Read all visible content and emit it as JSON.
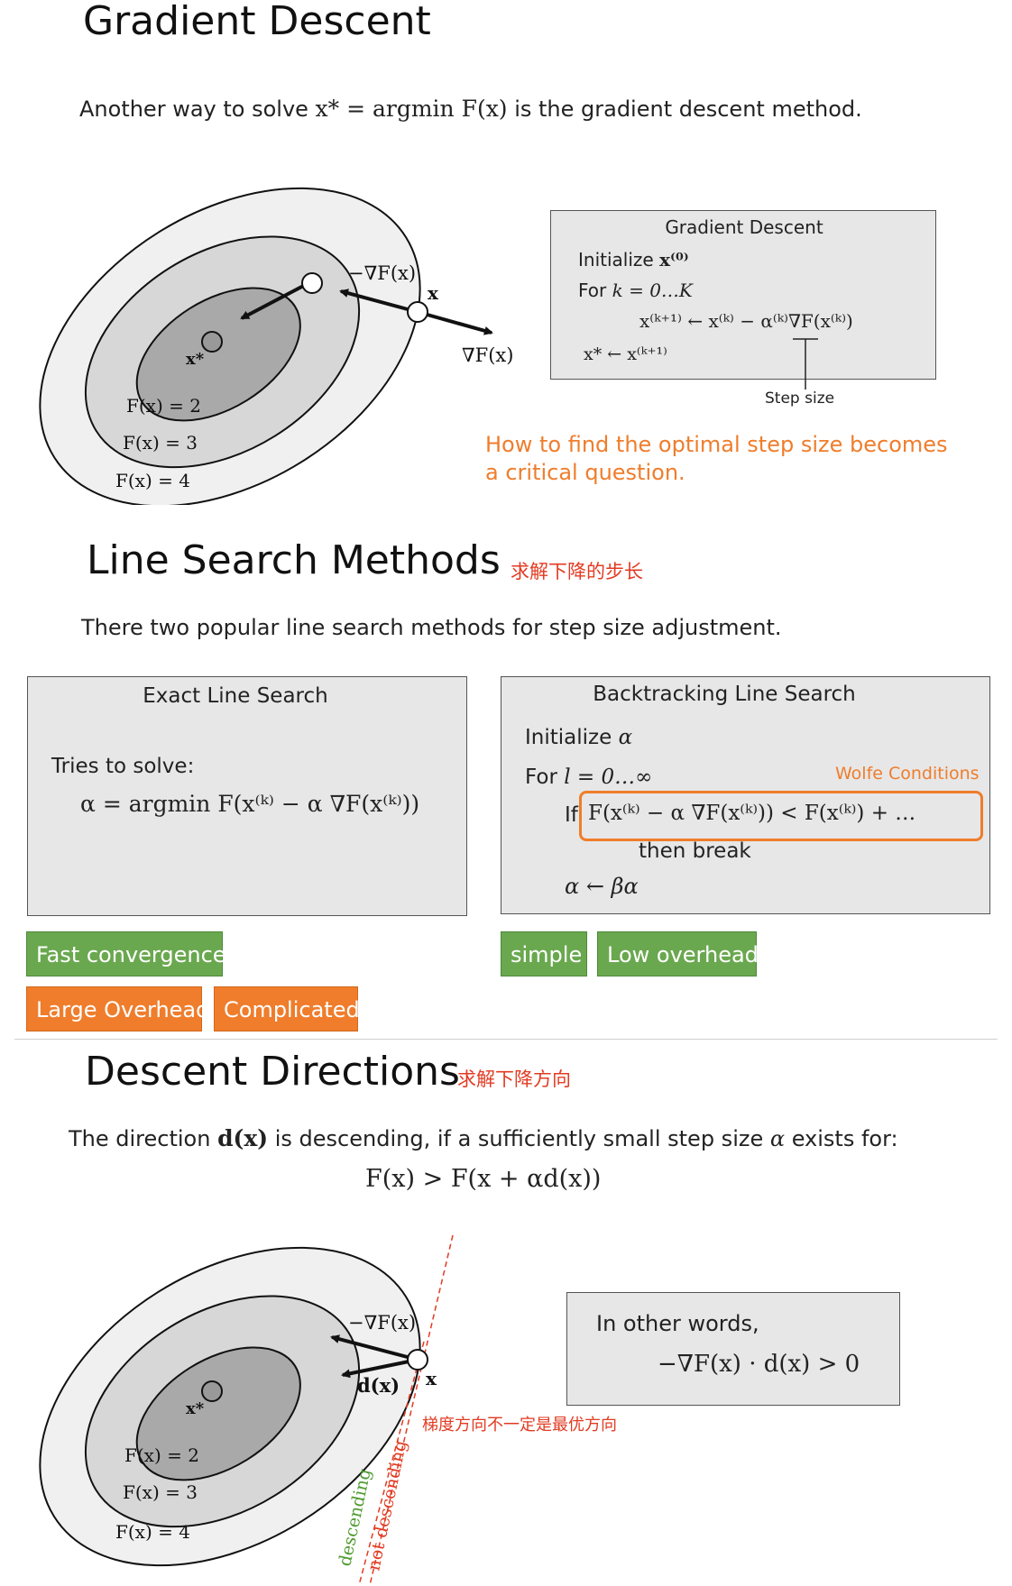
{
  "gd": {
    "title": "Gradient Descent",
    "intro_pre": "Another way to solve ",
    "intro_math": "x* = argmin F(x)",
    "intro_post": " is the gradient descent method.",
    "diagram": {
      "neg_grad": "−∇F(x)",
      "x_label": "x",
      "grad": "∇F(x)",
      "xstar": "x*",
      "c2": "F(x) = 2",
      "c3": "F(x) = 3",
      "c4": "F(x) = 4"
    },
    "algo": {
      "title": "Gradient Descent",
      "line1_text": "Initialize ",
      "line1_math": "x⁽⁰⁾",
      "line2_text": "For ",
      "line2_math": "k = 0…K",
      "line3_math": "x⁽ᵏ⁺¹⁾ ← x⁽ᵏ⁾ − α⁽ᵏ⁾∇F(x⁽ᵏ⁾)",
      "line4_math": "x* ← x⁽ᵏ⁺¹⁾",
      "step_size": "Step size"
    },
    "question": "How to find the optimal step size becomes a critical question."
  },
  "ls": {
    "title": "Line Search Methods",
    "title_cn": "求解下降的步长",
    "intro": "There two popular line search methods for step size adjustment.",
    "exact": {
      "title": "Exact Line Search",
      "tries": "Tries to solve:",
      "formula": "α = argmin F(x⁽ᵏ⁾ − α ∇F(x⁽ᵏ⁾))"
    },
    "backtrack": {
      "title": "Backtracking Line Search",
      "init_text": "Initialize ",
      "init_math": "α",
      "for_text": "For ",
      "for_math": "l = 0…∞",
      "wolfe": "Wolfe Conditions",
      "if_text": "If ",
      "cond_math": "F(x⁽ᵏ⁾ − α ∇F(x⁽ᵏ⁾)) < F(x⁽ᵏ⁾) + …",
      "then": "then break",
      "update": "α ← βα"
    },
    "tags": {
      "fast": "Fast convergence",
      "large": "Large Overhead",
      "complicated": "Complicated",
      "simple": "simple",
      "low": "Low overhead"
    }
  },
  "dd": {
    "title": "Descent Directions",
    "title_cn": "求解下降方向",
    "intro_pre": "The direction ",
    "intro_d": "d(x)",
    "intro_mid": " is descending, if a sufficiently small step size ",
    "intro_alpha": "α",
    "intro_post": " exists for:",
    "formula": "F(x) > F(x + αd(x))",
    "diagram": {
      "neg_grad": "−∇F(x)",
      "d": "d(x)",
      "x_label": "x",
      "xstar": "x*",
      "c2": "F(x) = 2",
      "c3": "F(x) = 3",
      "c4": "F(x) = 4",
      "descending": "descending",
      "not_descending": "not descending",
      "note_cn": "梯度方向不一定是最优方向"
    },
    "words": {
      "line1": "In other words,",
      "line2": "−∇F(x) · d(x) > 0"
    }
  },
  "colors": {
    "question": "#ef7d2c",
    "green": "#6aa84f",
    "orange": "#ef7d2c",
    "red": "#e23b22"
  }
}
